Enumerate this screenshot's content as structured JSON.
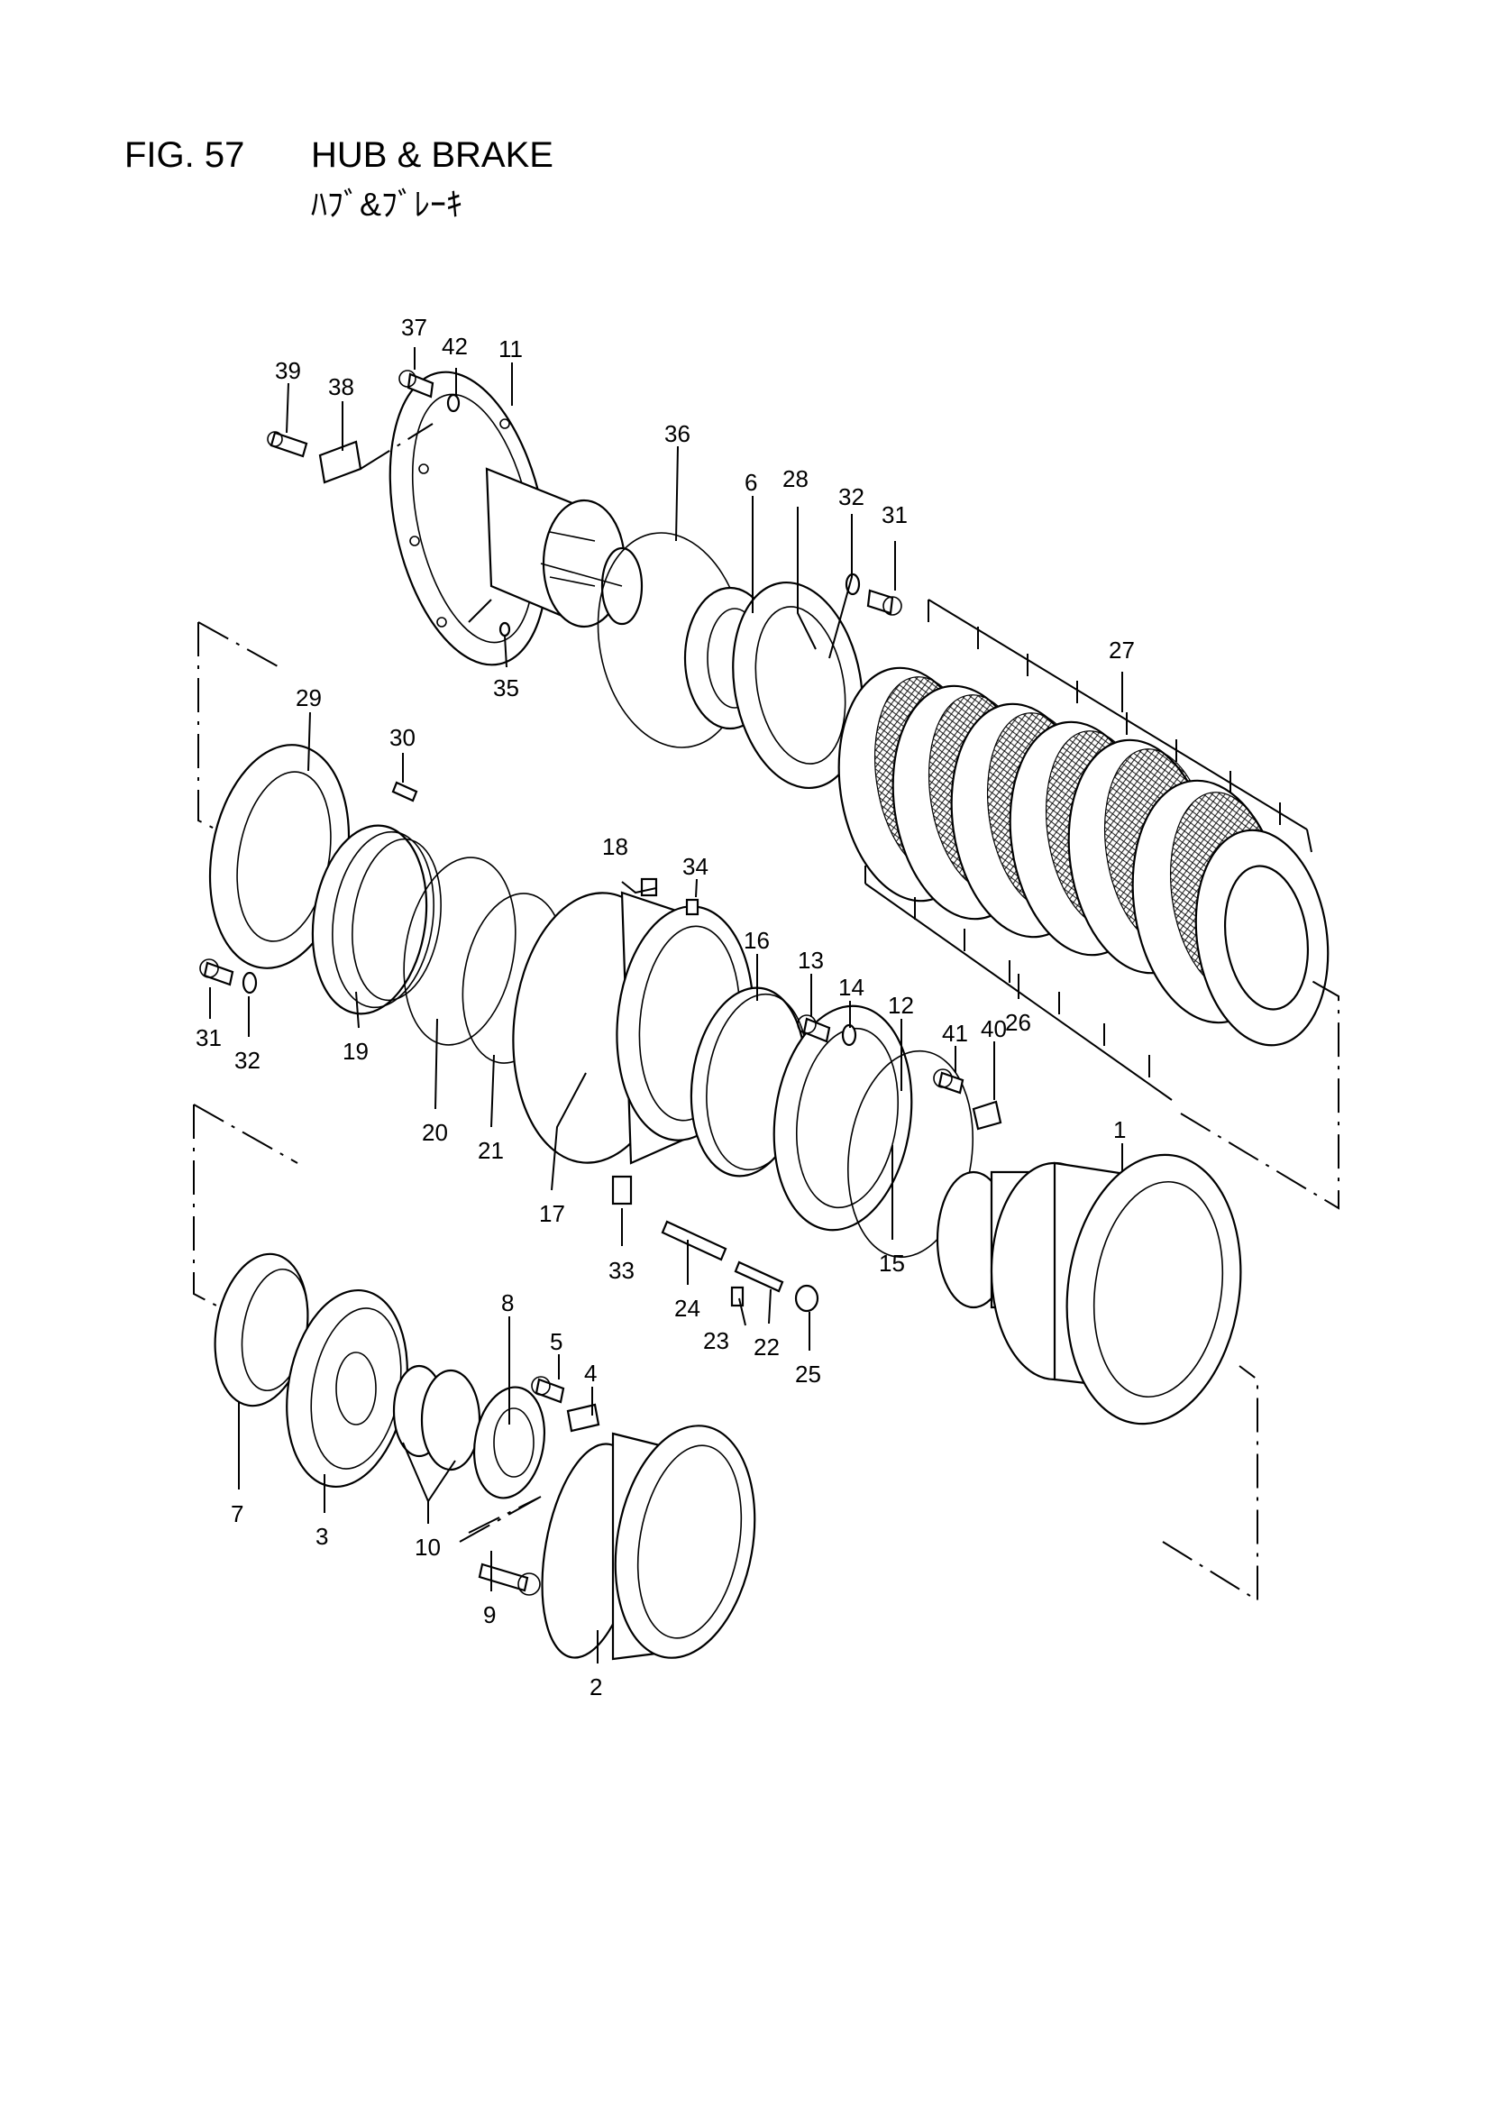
{
  "figure": {
    "number": "FIG. 57",
    "title": "HUB & BRAKE",
    "subtitle": "ﾊﾌﾞ&ﾌﾞﾚｰｷ"
  },
  "callouts": [
    "1",
    "2",
    "3",
    "4",
    "5",
    "6",
    "7",
    "8",
    "9",
    "10",
    "11",
    "12",
    "13",
    "14",
    "15",
    "16",
    "17",
    "18",
    "19",
    "20",
    "21",
    "22",
    "23",
    "24",
    "25",
    "26",
    "27",
    "28",
    "29",
    "30",
    "31",
    "31",
    "32",
    "32",
    "33",
    "34",
    "35",
    "36",
    "37",
    "38",
    "39",
    "40",
    "41",
    "42"
  ]
}
